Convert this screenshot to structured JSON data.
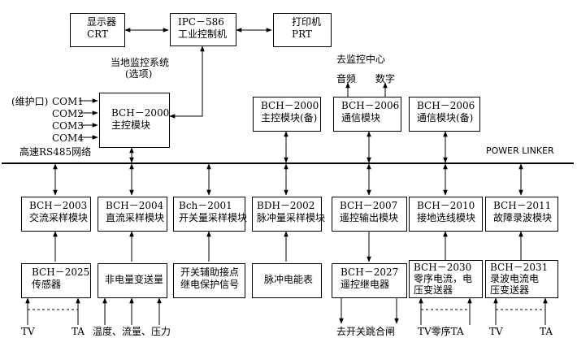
{
  "top": {
    "crt": [
      "显示器",
      "CRT"
    ],
    "ipc": [
      "IPC－586",
      "工业控制机"
    ],
    "printer": [
      "打印机",
      "PRT"
    ],
    "local_monitor": [
      "当地监控系统",
      "(选项)"
    ],
    "remote_center": "去监控中心",
    "audio": "音频",
    "digital": "数字"
  },
  "main_module": [
    "BCH－2000",
    "主控模块"
  ],
  "com_ports": {
    "maint": "(维护口)",
    "com1": "COM1",
    "com2": "COM2",
    "com3": "COM3",
    "com4": "COM4",
    "rs485": "高速RS485网络"
  },
  "backup_main": [
    "BCH－2000",
    "主控模块(备)"
  ],
  "comm": [
    "BCH－2006",
    "通信模块"
  ],
  "comm_backup": [
    "BCH－2006",
    "通信模块(备)"
  ],
  "bus_label": "POWER  LINKER",
  "modules": [
    [
      "BCH－2003",
      "交流采样模块"
    ],
    [
      "BCH－2004",
      "直流采样模块"
    ],
    [
      "Bch－2001",
      "开关量采样模块"
    ],
    [
      "BDH－2002",
      "脉冲量采样模块"
    ],
    [
      "BCH－2007",
      "遥控输出模块"
    ],
    [
      "BCH－2010",
      "接地选线模块"
    ],
    [
      "BCH－2011",
      "故障录波模块"
    ]
  ],
  "devices": [
    [
      "BCH－2025",
      "传感器"
    ],
    [
      "非电量变送量"
    ],
    [
      "开关辅助接点",
      "继电保护信号"
    ],
    [
      "脉冲电能表"
    ],
    [
      "BCH－2027",
      "遥控继电器"
    ],
    [
      "BCH－2030",
      "零序电流，电",
      "压变送器"
    ],
    [
      "BCH－2031",
      "录波电流电",
      "压变送器"
    ]
  ],
  "bottom": {
    "tv1": "TV",
    "ta1": "TA",
    "env": "温度、流量、压力",
    "switch_out": "去开关跳合闸",
    "zero_seq": "TV零序TA",
    "tv2": "TV",
    "ta2": "TA"
  }
}
